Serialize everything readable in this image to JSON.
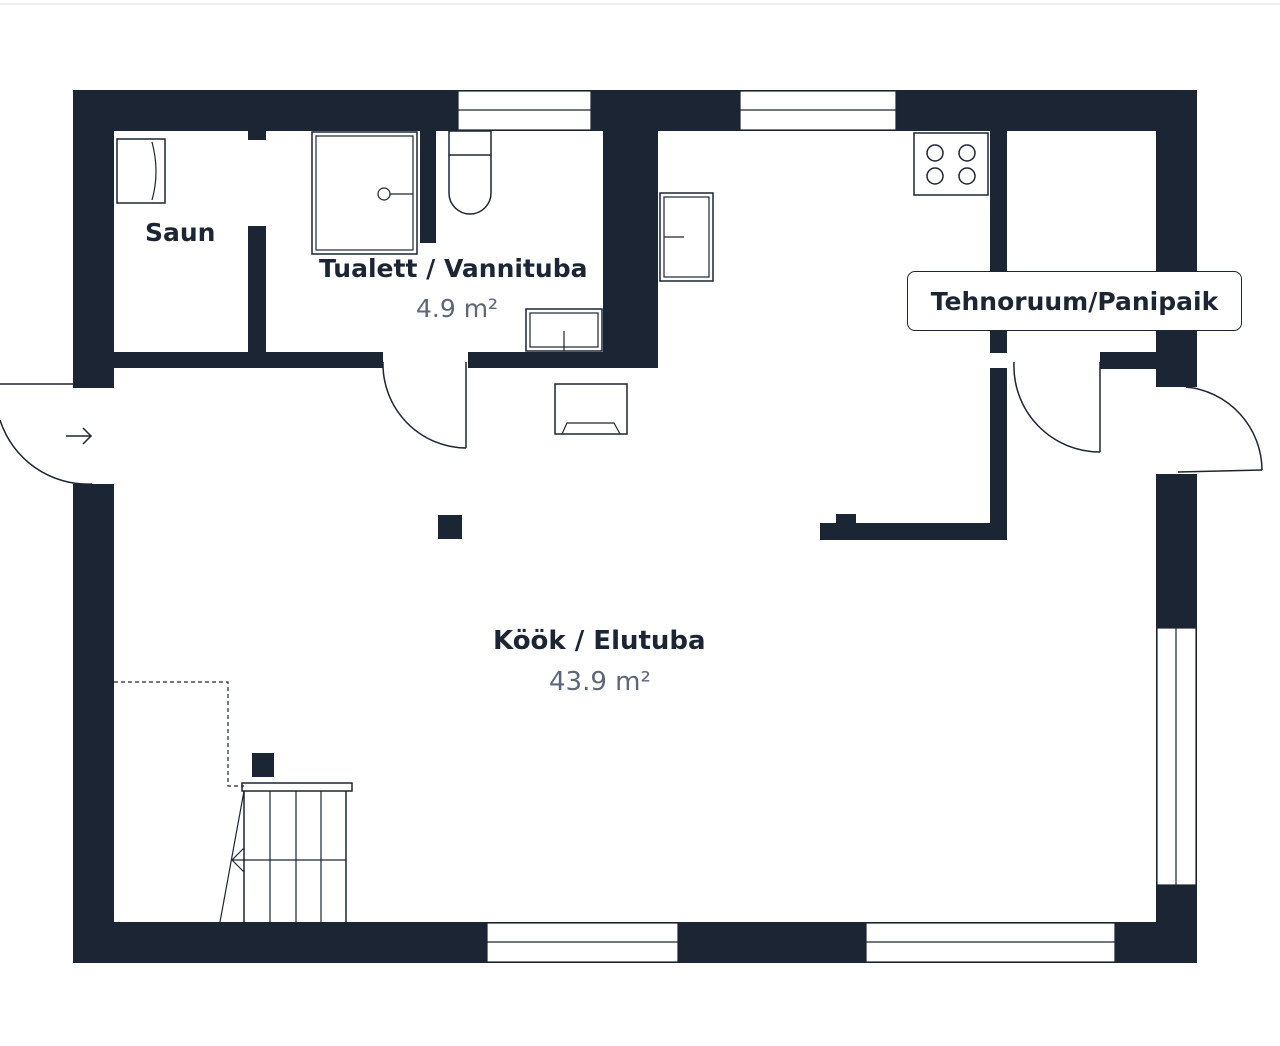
{
  "rooms": {
    "saun": {
      "name": "Saun"
    },
    "bathroom": {
      "name": "Tualett / Vannituba",
      "area": "4.9 m²"
    },
    "kitchen_living": {
      "name": "Köök / Elutuba",
      "area": "43.9 m²"
    },
    "technical": {
      "name": "Tehnoruum/Panipaik"
    }
  },
  "colors": {
    "wall": "#1c2533",
    "area_text": "#5d6778",
    "background": "#ffffff"
  }
}
